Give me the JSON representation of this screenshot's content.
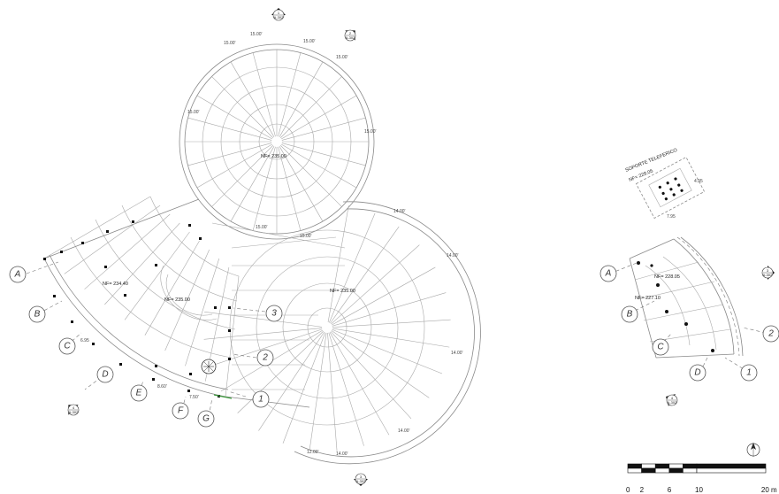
{
  "section_markers": {
    "top": {
      "number": "1",
      "sheet": "A-302"
    },
    "top_right": {
      "number": "2",
      "sheet": "A-302"
    },
    "left": {
      "number": "4",
      "sheet": "A-302"
    },
    "bottom": {
      "number": "3",
      "sheet": "A-302"
    },
    "right_plan_top": {
      "number": "3",
      "sheet": "A-302"
    },
    "right_plan_bottom": {
      "number": "4",
      "sheet": "A-302"
    }
  },
  "grid_axes_main": [
    "A",
    "B",
    "C",
    "D",
    "E",
    "F",
    "G",
    "1",
    "2",
    "3"
  ],
  "grid_axes_secondary": [
    "A",
    "B",
    "C",
    "D",
    "1",
    "2"
  ],
  "levels": {
    "circle_top": "NF= 235.00",
    "left_ring": "NF= 234.40",
    "mid": "NF= 235.00",
    "right_circle": "NF= 235.00",
    "soporte": "NF= 228.05",
    "sec_a": "NF= 228.05",
    "sec_b": "NF= 227.10"
  },
  "labels": {
    "soporte_title": "SOPORTE TELEFERICO"
  },
  "dimensions": {
    "outer_arc": "15.00'",
    "right_arc": "14.00'",
    "left_arc_a": "6.95",
    "left_arc_b": "8.60'",
    "left_arc_c": "7.50'",
    "bottom_a": "12.00'",
    "bottom_b": "14.00'",
    "soporte_w": "7.95",
    "soporte_h": "4.95"
  },
  "scale_bar": {
    "ticks": [
      "0",
      "2",
      "6",
      "10",
      "20 m"
    ]
  }
}
